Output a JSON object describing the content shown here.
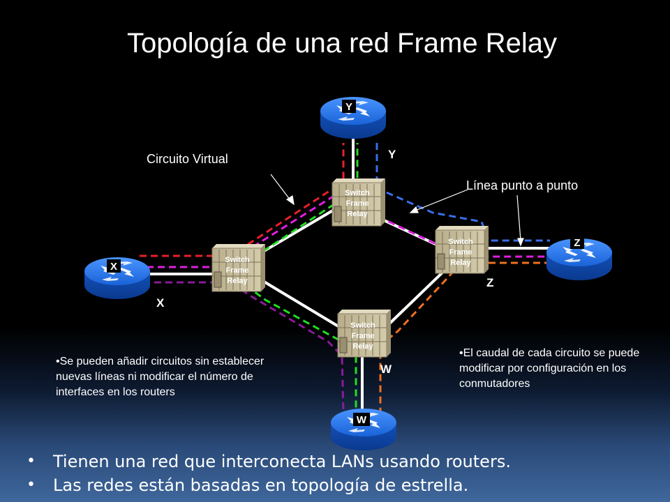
{
  "title": "Topología de una red Frame Relay",
  "labels": {
    "virtual_circuit": "Circuito Virtual",
    "point_to_point": "Línea punto a punto"
  },
  "routers": [
    {
      "id": "x",
      "badge": "X"
    },
    {
      "id": "y",
      "badge": "Y"
    },
    {
      "id": "z",
      "badge": "Z"
    },
    {
      "id": "w",
      "badge": "W"
    }
  ],
  "ports": {
    "x": "X",
    "y": "Y",
    "z": "Z",
    "w": "W"
  },
  "switch_label": [
    "Switch",
    "Frame",
    "Relay"
  ],
  "notes": {
    "left": "•Se pueden añadir circuitos sin establecer nuevas líneas ni modificar el número de interfaces en los routers",
    "right": "•El caudal de cada circuito se puede modificar por configuración en los conmutadores"
  },
  "bullets": [
    "Tienen una red que interconecta LANs usando routers.",
    "Las redes están basadas en topología de estrella."
  ],
  "colors": {
    "router_blue": "#1e6fe0",
    "switch_tan": "#c8bfa0",
    "circuit_red": "#e8202a",
    "circuit_green": "#22dd22",
    "circuit_magenta": "#e020e0",
    "circuit_blue": "#3a6fe8",
    "circuit_orange": "#f07020",
    "circuit_purple": "#8a1a9a"
  }
}
